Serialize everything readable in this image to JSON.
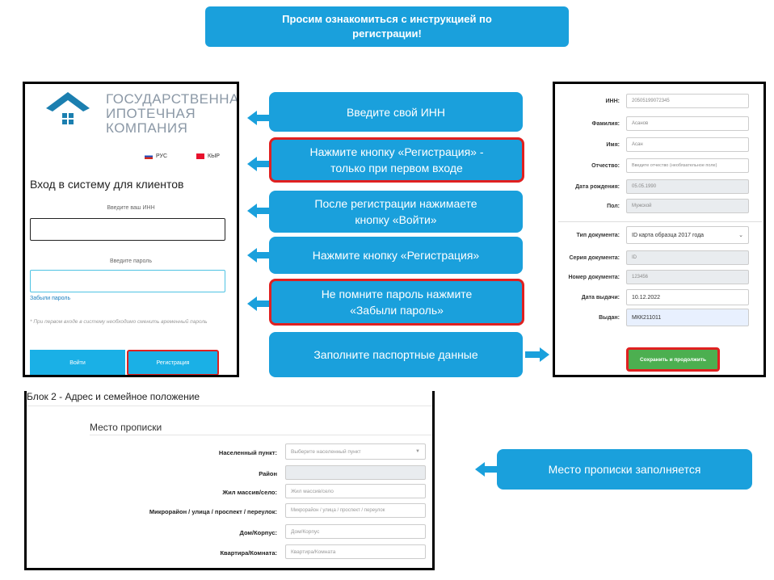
{
  "banner": {
    "line1": "Просим ознакомиться с инструкцией по",
    "line2": "регистрации!"
  },
  "login": {
    "logo_l1": "ГОСУДАРСТВЕННАЯ",
    "logo_l2": "ИПОТЕЧНАЯ",
    "logo_l3": "КОМПАНИЯ",
    "lang_ru": "РУС",
    "lang_ky": "КЫР",
    "heading": "Вход в систему для клиентов",
    "inn_label": "Введите ваш ИНН",
    "pass_label": "Введите пароль",
    "forgot": "Забыли пароль",
    "note": "* При первом входе в систему необходимо сменить временный пароль",
    "btn_login": "Войти",
    "btn_register": "Регистрация"
  },
  "callouts": {
    "c1": "Введите свой ИНН",
    "c2a": "Нажмите кнопку «Регистрация» -",
    "c2b": "только при первом входе",
    "c3a": "После регистрации нажимаете",
    "c3b": "кнопку «Войти»",
    "c4": "Нажмите кнопку «Регистрация»",
    "c5a": "Не помните пароль нажмите",
    "c5b": "«Забыли пароль»",
    "c6": "Заполните паспортные данные",
    "c7": "Место прописки заполняется"
  },
  "passport": {
    "inn_l": "ИНН:",
    "inn_v": "20505199072345",
    "fam_l": "Фамилия:",
    "fam_v": "Асанов",
    "name_l": "Имя:",
    "name_v": "Асан",
    "otch_l": "Отчество:",
    "otch_v": "Введите отчество (необязательное поле)",
    "dob_l": "Дата рождения:",
    "dob_v": "05.05.1990",
    "sex_l": "Пол:",
    "sex_v": "Мужской",
    "doctype_l": "Тип документа:",
    "doctype_v": "ID карта образца 2017 года",
    "ser_l": "Серия документа:",
    "ser_v": "ID",
    "num_l": "Номер документа:",
    "num_v": "123456",
    "date_l": "Дата выдачи:",
    "date_v": "10.12.2022",
    "issued_l": "Выдан:",
    "issued_v": "МКК211011",
    "save_btn": "Сохранить и продолжить"
  },
  "address": {
    "block_title": "Блок 2 - Адрес и семейное положение",
    "section": "Место прописки",
    "np_l": "Населенный пункт:",
    "np_v": "Выберите населенный пункт",
    "rayon_l": "Район",
    "massiv_l": "Жил массив/село:",
    "massiv_v": "Жил массив/село",
    "street_l": "Микрорайон / улица / проспект / переулок:",
    "street_v": "Микрорайон / улица / проспект / переулок",
    "dom_l": "Дом/Корпус:",
    "dom_v": "Дом/Корпус",
    "kv_l": "Квартира/Комната:",
    "kv_v": "Квартира/Комната"
  },
  "colors": {
    "accent": "#1aa0dc",
    "highlight": "#e02020",
    "save": "#4caf50"
  }
}
